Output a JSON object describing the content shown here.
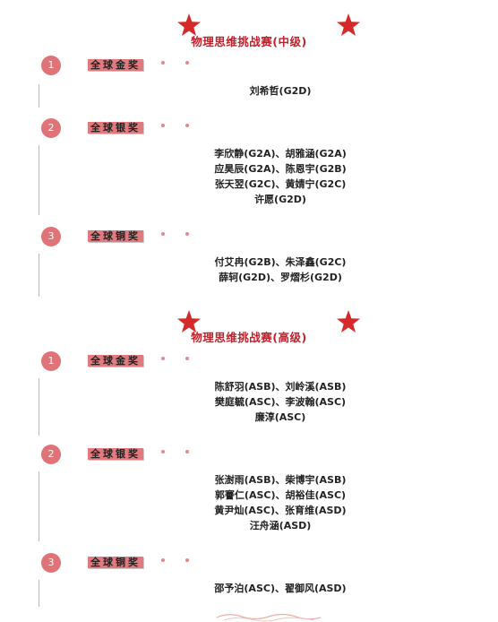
{
  "sections": [
    {
      "title": "物理思维挑战赛(中级)",
      "awards": [
        {
          "rank": "1",
          "label": "全球金奖",
          "names": [
            "刘希哲(G2D)"
          ]
        },
        {
          "rank": "2",
          "label": "全球银奖",
          "names": [
            "李欣静(G2A)、胡雅涵(G2A)",
            "应昊辰(G2A)、陈恩宇(G2B)",
            "张天翌(G2C)、黄婧宁(G2C)",
            "许愿(G2D)"
          ]
        },
        {
          "rank": "3",
          "label": "全球铜奖",
          "names": [
            "付艾冉(G2B)、朱泽鑫(G2C)",
            "薛轲(G2D)、罗熠杉(G2D)"
          ]
        }
      ]
    },
    {
      "title": "物理思维挑战赛(高级)",
      "awards": [
        {
          "rank": "1",
          "label": "全球金奖",
          "names": [
            "陈舒羽(ASB)、刘岭溪(ASB)",
            "樊庭毓(ASC)、李波翰(ASC)",
            "廉淳(ASC)"
          ]
        },
        {
          "rank": "2",
          "label": "全球银奖",
          "names": [
            "张澍雨(ASB)、柴博宇(ASB)",
            "郭謇仁(ASC)、胡裕佳(ASC)",
            "黄尹灿(ASC)、张育维(ASD)",
            "汪舟涵(ASD)"
          ]
        },
        {
          "rank": "3",
          "label": "全球铜奖",
          "names": [
            "邵予泊(ASC)、翟御风(ASD)"
          ]
        }
      ]
    }
  ],
  "colors": {
    "accent": "#c0202a",
    "badge": "#e07378",
    "label_bg": "#e07a7e",
    "star": "#d42a2a"
  },
  "icons": {
    "header": "star-icon",
    "footer": "wave-divider-icon"
  }
}
